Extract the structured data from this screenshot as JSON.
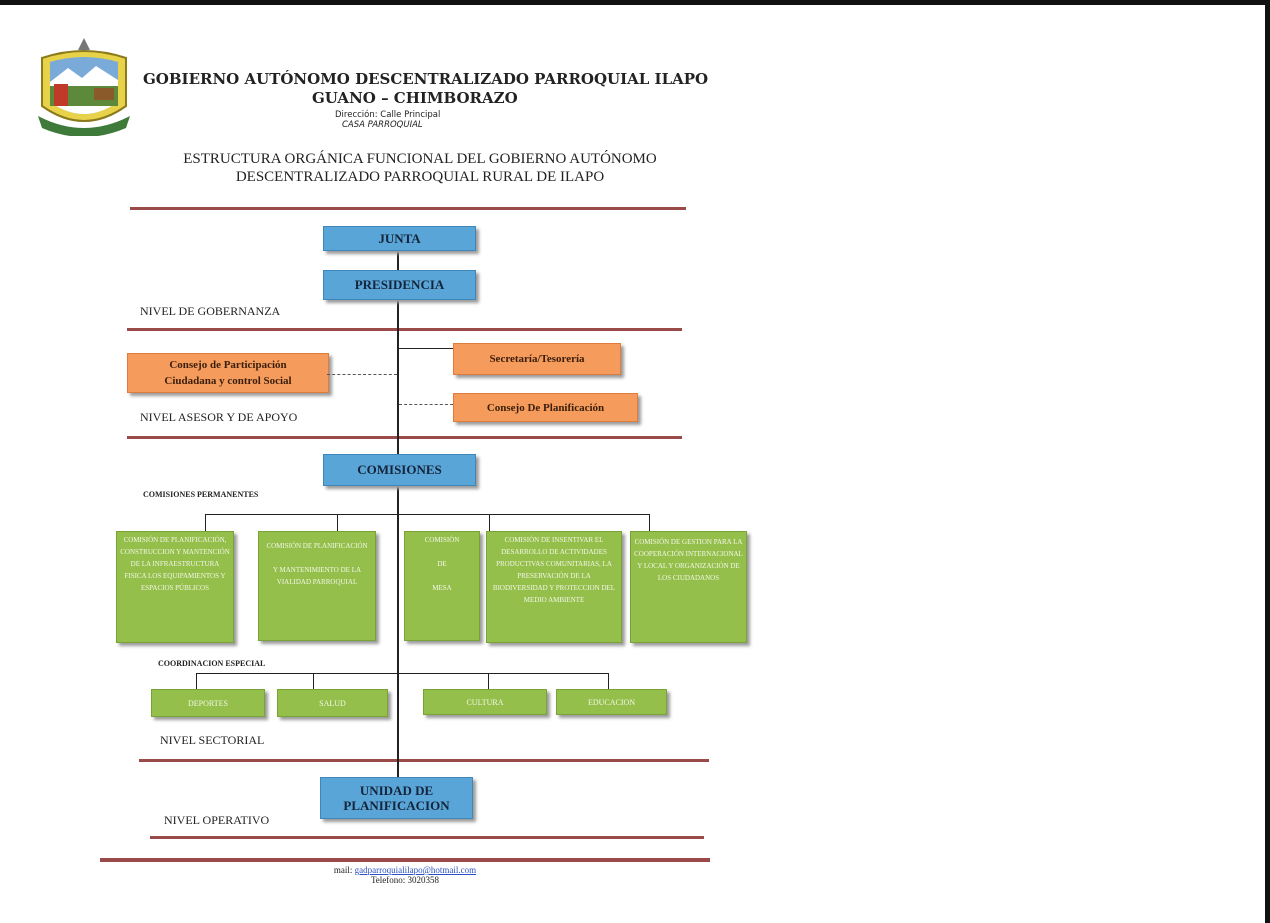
{
  "header": {
    "title": "GOBIERNO AUTÓNOMO DESCENTRALIZADO   PARROQUIAL ILAPO",
    "subtitle": "GUANO – CHIMBORAZO",
    "direccion": "Dirección: Calle Principal",
    "casa": "CASA PARROQUIAL"
  },
  "main_title_line1": "ESTRUCTURA ORGÁNICA FUNCIONAL DEL GOBIERNO AUTÓNOMO",
  "main_title_line2": "DESCENTRALIZADO PARROQUIAL RURAL DE ILAPO",
  "boxes": {
    "junta": "JUNTA",
    "presidencia": "PRESIDENCIA",
    "consejo_participacion_1": "Consejo de Participación",
    "consejo_participacion_2": "Ciudadana y control Social",
    "secretaria": "Secretaría/Tesorería",
    "consejo_planificacion": "Consejo De Planificación",
    "comisiones": "COMISIONES",
    "unidad_1": "UNIDAD DE",
    "unidad_2": "PLANIFICACION"
  },
  "levels": {
    "gobernanza": "NIVEL DE GOBERNANZA",
    "asesor": "NIVEL ASESOR Y DE APOYO",
    "sectorial": "NIVEL SECTORIAL",
    "operativo": "NIVEL OPERATIVO"
  },
  "comisiones_permanentes_label": "COMISIONES PERMANENTES",
  "comisiones_permanentes": [
    "Comisión de planificación, construccion y mantención de la infraestructura fisica los equipamientos y espacios públicos",
    "Comisión de planificación\n\ny mantenimiento de la vialidad parroquial",
    "Comisión\n\nde\n\nmesa",
    "Comisión de insentivar el desarrollo de actividades productivas comunitarias, la preservación de la biodiversidad y proteccion del medio ambiente",
    "Comisión de gestion para la cooperación internacional y local y organización de los ciudadanos"
  ],
  "coordinacion_label": "COORDINACION  ESPECIAL",
  "coordinacion": [
    "DEPORTES",
    "SALUD",
    "CULTURA",
    "EDUCACION"
  ],
  "footer": {
    "mail_label": "mail: ",
    "mail": "gadparroquialilapo@hotmail.com",
    "telefono": "Telefono: 3020358"
  },
  "colors": {
    "blue_box": "#5aa5d8",
    "orange_box": "#f59b5c",
    "green_box": "#94bf4a",
    "rule": "#9a4a48"
  }
}
